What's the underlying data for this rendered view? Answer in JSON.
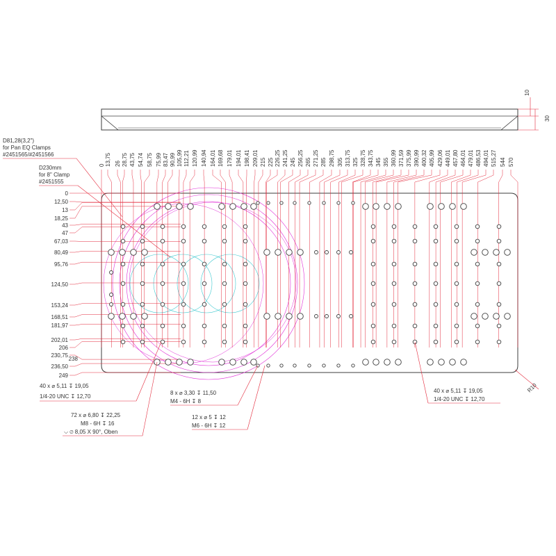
{
  "colors": {
    "dimension": "#e3283a",
    "outline": "#3c3c3c",
    "clamp_d230": "#e02bd6",
    "clamp_d81": "#3fc9d0",
    "text": "#333333"
  },
  "side_view": {
    "dims": [
      "10",
      "30"
    ]
  },
  "x_dims": [
    "0",
    "13,75",
    "26",
    "28,75",
    "43,75",
    "54,74",
    "58,75",
    "75,99",
    "83,47",
    "90,99",
    "105,99",
    "112,21",
    "120,99",
    "140,94",
    "164,01",
    "169,68",
    "179,01",
    "194,01",
    "198,41",
    "209,01",
    "215",
    "225",
    "226,25",
    "241,25",
    "245",
    "256,25",
    "265",
    "271,25",
    "285",
    "298,75",
    "305",
    "313,75",
    "325",
    "328,75",
    "343,75",
    "345",
    "355",
    "360,99",
    "371,59",
    "375,99",
    "390,99",
    "400,32",
    "405,99",
    "429,06",
    "449,01",
    "457,80",
    "464,01",
    "479,01",
    "486,53",
    "494,01",
    "515,27",
    "544",
    "570"
  ],
  "y_dims": [
    "0",
    "12,50",
    "13",
    "18,25",
    "43",
    "47",
    "67,03",
    "80,49",
    "95,76",
    "124,50",
    "153,24",
    "168,51",
    "181,97",
    "202,01",
    "206",
    "230,75",
    "236,50",
    "249"
  ],
  "extra_y_dim": "238",
  "notes": {
    "d81_lines": [
      "D81,28(3,2\")",
      "for Pan EQ Clamps",
      "#2451565/#2451566"
    ],
    "d230_lines": [
      "D230mm",
      "for 8\" Clamp",
      "#2451555"
    ],
    "callout_40a_lines": [
      "40 x ⌀ 5,11 ↧ 19,05",
      "1/4-20 UNC ↧ 12,70"
    ],
    "callout_8_lines": [
      "8 x ⌀ 3,30 ↧ 11,50",
      "M4 - 6H ↧ 8"
    ],
    "callout_72_lines": [
      "72 x ⌀ 6,80 ↧ 22,25",
      "M8 - 6H ↧ 16",
      "⌵ ⌀ 8,05 X 90°, Oben"
    ],
    "callout_12_lines": [
      "12 x ⌀ 5 ↧ 12",
      "M6 - 6H ↧ 12"
    ],
    "callout_40b_lines": [
      "40 x ⌀ 5,11 ↧ 19,05",
      "1/4-20 UNC ↧ 12,70"
    ],
    "radius": "R10"
  }
}
